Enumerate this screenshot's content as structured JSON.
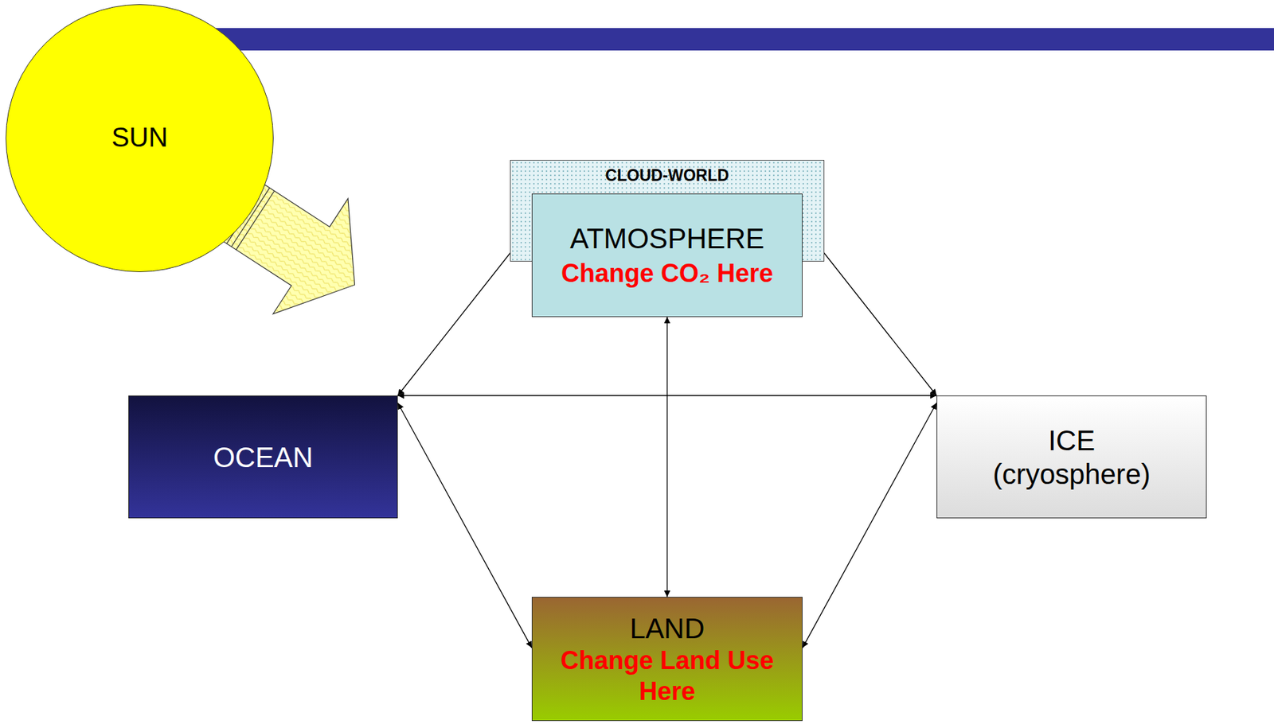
{
  "diagram": {
    "nodes": [
      {
        "text": [
          "SUN"
        ]
      },
      {
        "text": [
          "CLOUD-WORLD"
        ]
      },
      {
        "text": [
          "ATMOSPHERE",
          "Change CO₂ Here"
        ]
      },
      {
        "text": [
          "OCEAN"
        ]
      },
      {
        "text": [
          "ICE",
          "(cryosphere)"
        ]
      },
      {
        "text": [
          "LAND",
          "Change Land Use Here"
        ]
      }
    ],
    "edges": [
      {
        "from": 2,
        "to": 3,
        "arrow": "both"
      },
      {
        "from": 2,
        "to": 4,
        "arrow": "both"
      },
      {
        "from": 2,
        "to": 5,
        "arrow": "both"
      },
      {
        "from": 3,
        "to": 4,
        "arrow": "both"
      },
      {
        "from": 3,
        "to": 5,
        "arrow": "both"
      },
      {
        "from": 4,
        "to": 5,
        "arrow": "both"
      }
    ]
  }
}
